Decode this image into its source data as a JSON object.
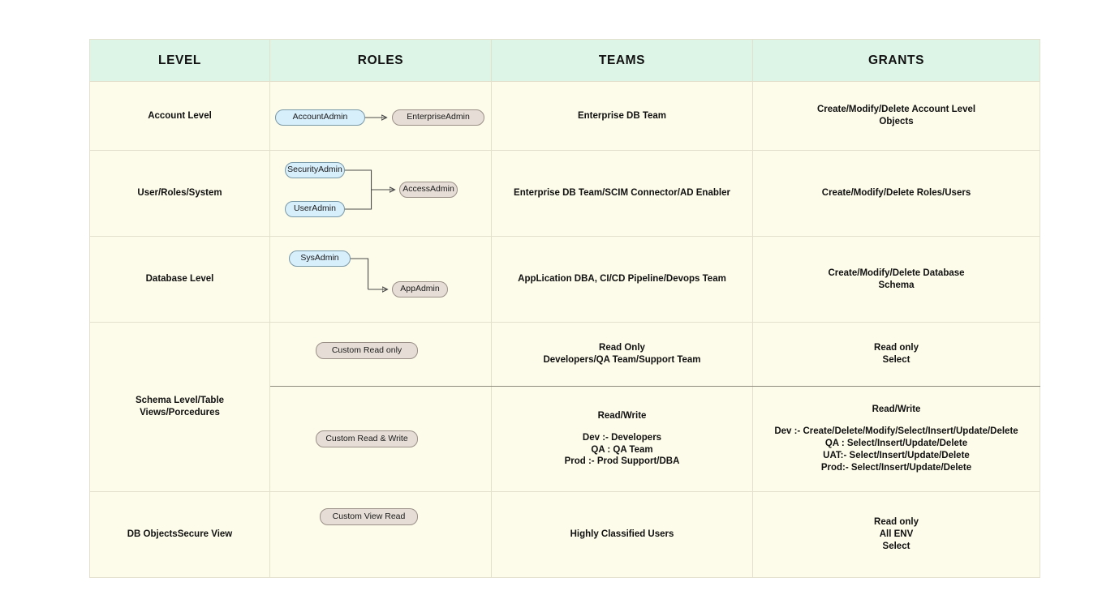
{
  "table": {
    "headers": [
      {
        "label": "LEVEL",
        "name": "level"
      },
      {
        "label": "ROLES",
        "name": "roles"
      },
      {
        "label": "TEAMS",
        "name": "teams"
      },
      {
        "label": "GRANTS",
        "name": "grants"
      }
    ],
    "rows": {
      "account": {
        "level": "Account Level",
        "teams": "Enterprise DB Team",
        "grants_line1": "Create/Modify/Delete Account Level",
        "grants_line2": "Objects",
        "roles_nodes": [
          {
            "label": "AccountAdmin",
            "style": "blue"
          },
          {
            "label": "EnterpriseAdmin",
            "style": "tan"
          }
        ]
      },
      "user": {
        "level": "User/Roles/System",
        "teams": "Enterprise DB Team/SCIM Connector/AD Enabler",
        "grants": "Create/Modify/Delete Roles/Users",
        "roles_nodes": [
          {
            "label": "SecurityAdmin",
            "style": "blue"
          },
          {
            "label": "UserAdmin",
            "style": "blue"
          },
          {
            "label": "AccessAdmin",
            "style": "tan"
          }
        ]
      },
      "database": {
        "level": "Database Level",
        "teams": "AppLication DBA, CI/CD Pipeline/Devops Team",
        "grants_line1": "Create/Modify/Delete Database",
        "grants_line2": "Schema",
        "roles_nodes": [
          {
            "label": "SysAdmin",
            "style": "blue"
          },
          {
            "label": "AppAdmin",
            "style": "tan"
          }
        ]
      },
      "schema": {
        "level_line1": "Schema Level/Table",
        "level_line2": "Views/Porcedures"
      },
      "read_only": {
        "role_node": {
          "label": "Custom Read only",
          "style": "tan"
        },
        "teams_line1": "Read Only",
        "teams_line2": "Developers/QA Team/Support Team",
        "grants_line1": "Read only",
        "grants_line2": "Select"
      },
      "read_write": {
        "role_node": {
          "label": "Custom Read & Write",
          "style": "tan"
        },
        "teams_title": "Read/Write",
        "teams_lines": [
          "Dev :- Developers",
          "QA : QA Team",
          "Prod :-  Prod Support/DBA"
        ],
        "grants_title": "Read/Write",
        "grants_lines": [
          "Dev :- Create/Delete/Modify/Select/Insert/Update/Delete",
          "QA : Select/Insert/Update/Delete",
          "UAT:- Select/Insert/Update/Delete",
          "Prod:- Select/Insert/Update/Delete"
        ]
      },
      "db_objects": {
        "level": "DB ObjectsSecure View",
        "role_node": {
          "label": "Custom View Read",
          "style": "tan"
        },
        "teams": "Highly Classified Users",
        "grants_lines": [
          "Read only",
          "All ENV",
          "Select"
        ]
      }
    }
  },
  "colors": {
    "header_background": "#ddf5e7",
    "cell_background": "#fdfbe9",
    "node_blue_fill": "#d7eefb",
    "node_blue_border": "#7a99a8",
    "node_tan_fill": "#e6ded6",
    "node_tan_border": "#9a9088",
    "grid_line": "#e3e0cd",
    "text": "#111111"
  }
}
